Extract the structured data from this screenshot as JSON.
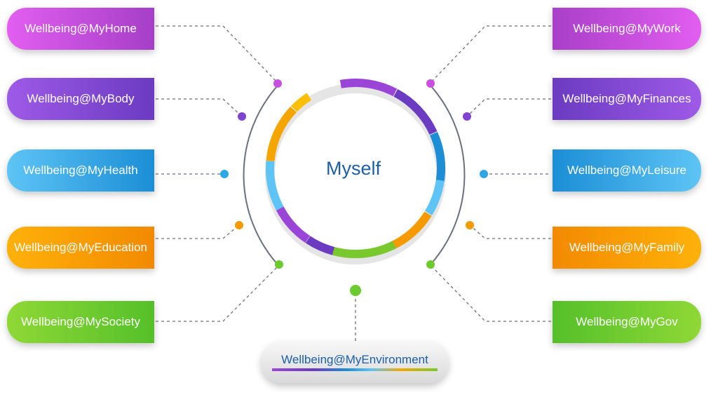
{
  "center_label": "Myself",
  "left_items": [
    "Wellbeing@MyHome",
    "Wellbeing@MyBody",
    "Wellbeing@MyHealth",
    "Wellbeing@MyEducation",
    "Wellbeing@MySociety"
  ],
  "right_items": [
    "Wellbeing@MyWork",
    "Wellbeing@MyFinances",
    "Wellbeing@MyLeisure",
    "Wellbeing@MyFamily",
    "Wellbeing@MyGov"
  ],
  "bottom_item": "Wellbeing@MyEnvironment",
  "colors": {
    "purple_pink": "#d14fe6",
    "purple": "#7f45cf",
    "blue": "#2ea6e6",
    "orange": "#f59a00",
    "green": "#6ccb2f",
    "text_blue": "#1c5fa6",
    "connector_gray": "#6b7080"
  }
}
